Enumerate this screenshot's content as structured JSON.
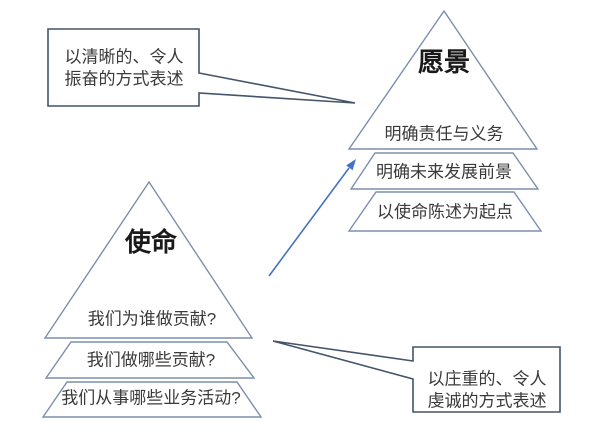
{
  "diagram": {
    "vision": {
      "title": "愿景",
      "layers": [
        "明确责任与义务",
        "明确未来发展前景",
        "以使命陈述为起点"
      ],
      "callout": {
        "line1": "以清晰的、令人",
        "line2": "振奋的方式表述"
      }
    },
    "mission": {
      "title": "使命",
      "layers": [
        "我们为谁做贡献?",
        "我们做哪些贡献?",
        "我们从事哪些业务活动?"
      ],
      "callout": {
        "line1": "以庄重的、令人",
        "line2": "虔诚的方式表述"
      }
    }
  },
  "colors": {
    "pyramid_border": "#7c8fae",
    "callout_border": "#44546a",
    "arrow": "#4472c4",
    "title_text": "#1a1a1a",
    "body_text": "#3a3a3a",
    "background": "#ffffff"
  }
}
